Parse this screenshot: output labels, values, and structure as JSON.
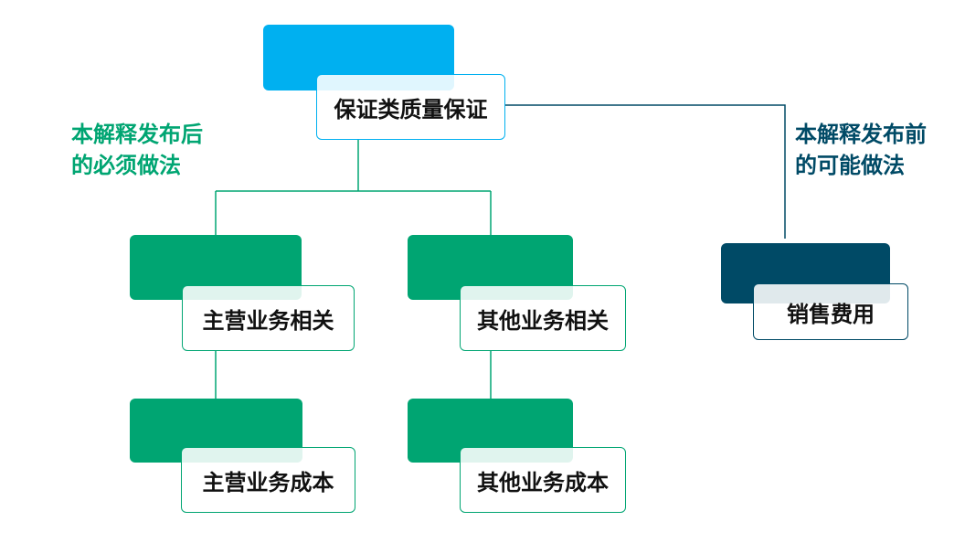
{
  "root": {
    "label": "保证类质量保证"
  },
  "left_caption": {
    "line1": "本解释发布后",
    "line2": "的必须做法"
  },
  "right_caption": {
    "line1": "本解释发布前",
    "line2": "的可能做法"
  },
  "branches": [
    {
      "label": "主营业务相关",
      "child": "主营业务成本"
    },
    {
      "label": "其他业务相关",
      "child": "其他业务成本"
    }
  ],
  "right_node": {
    "label": "销售费用"
  },
  "colors": {
    "root_accent": "#00b0f0",
    "green": "#00a572",
    "navy": "#004a66"
  }
}
